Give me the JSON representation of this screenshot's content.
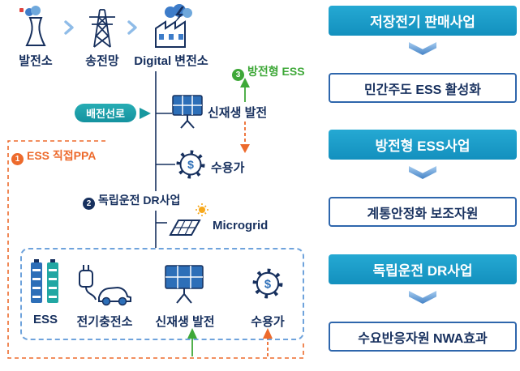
{
  "diagram": {
    "top_nodes": [
      {
        "label": "발전소",
        "icon": "power-plant-icon"
      },
      {
        "label": "송전망",
        "icon": "transmission-tower-icon"
      },
      {
        "label": "Digital 변전소",
        "icon": "digital-substation-icon"
      }
    ],
    "distribution_badge": "배전선로",
    "annotation_ppa": {
      "num": "1",
      "label": "ESS 직접PPA"
    },
    "annotation_dr": {
      "num": "2",
      "label": "독립운전 DR사업"
    },
    "annotation_ess": {
      "num": "3",
      "label": "방전형 ESS"
    },
    "solar_top": "신재생 발전",
    "consumer_top": "수용가",
    "microgrid": "Microgrid",
    "dollar": "$",
    "bottom_nodes": [
      {
        "label": "ESS",
        "icon": "battery-ess-icon"
      },
      {
        "label": "전기충전소",
        "icon": "ev-charger-icon"
      },
      {
        "label": "신재생 발전",
        "icon": "solar-panel-icon"
      },
      {
        "label": "수용가",
        "icon": "gear-dollar-icon"
      }
    ]
  },
  "flow": {
    "steps": [
      {
        "header": "저장전기 판매사업",
        "result": "민간주도 ESS 활성화"
      },
      {
        "header": "방전형 ESS사업",
        "result": "계통안정화 보조자원"
      },
      {
        "header": "독립운전 DR사업",
        "result": "수요반응자원 NWA효과"
      }
    ]
  },
  "colors": {
    "navy": "#17305E",
    "blue": "#2D6FB8",
    "teal": "#17989F",
    "orange": "#ED6A2C",
    "green": "#3EA838",
    "header_bg": "#1898C5",
    "outline_border": "#2E66AC"
  }
}
